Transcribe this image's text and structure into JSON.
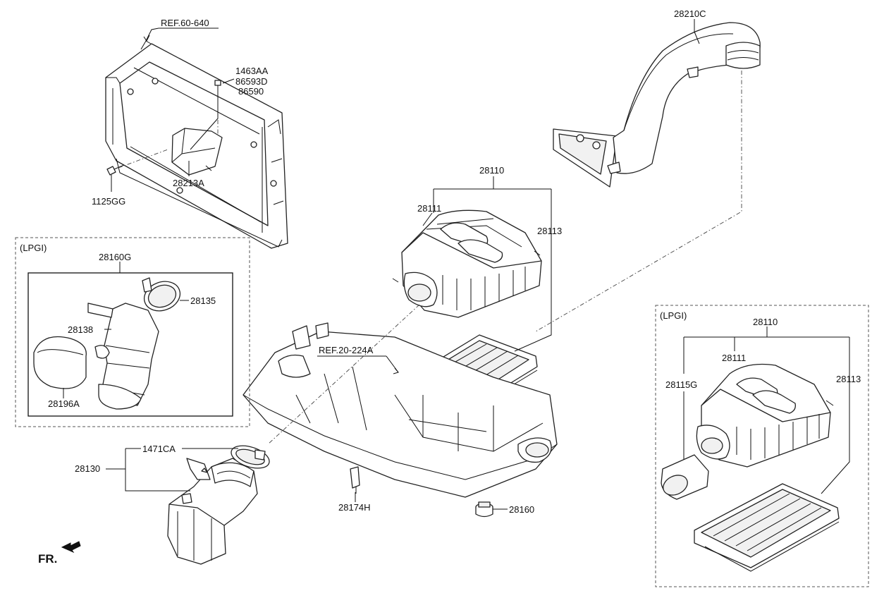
{
  "labels": {
    "ref_60_640": "REF.60-640",
    "p1463AA": "1463AA",
    "p86593D": "86593D",
    "p86590": "86590",
    "p28213A": "28213A",
    "p1125GG": "1125GG",
    "p28210C": "28210C",
    "p28110_main": "28110",
    "p28111_main": "28111",
    "p28113_main": "28113",
    "ref_20_224A": "REF.20-224A",
    "lpgi_left": "(LPGI)",
    "p28160G": "28160G",
    "p28135": "28135",
    "p28138": "28138",
    "p28196A": "28196A",
    "p1471CA": "1471CA",
    "p28130": "28130",
    "p28174H": "28174H",
    "p28160": "28160",
    "fr": "FR.",
    "lpgi_right": "(LPGI)",
    "p28110_right": "28110",
    "p28111_right": "28111",
    "p28115G": "28115G",
    "p28113_right": "28113"
  }
}
